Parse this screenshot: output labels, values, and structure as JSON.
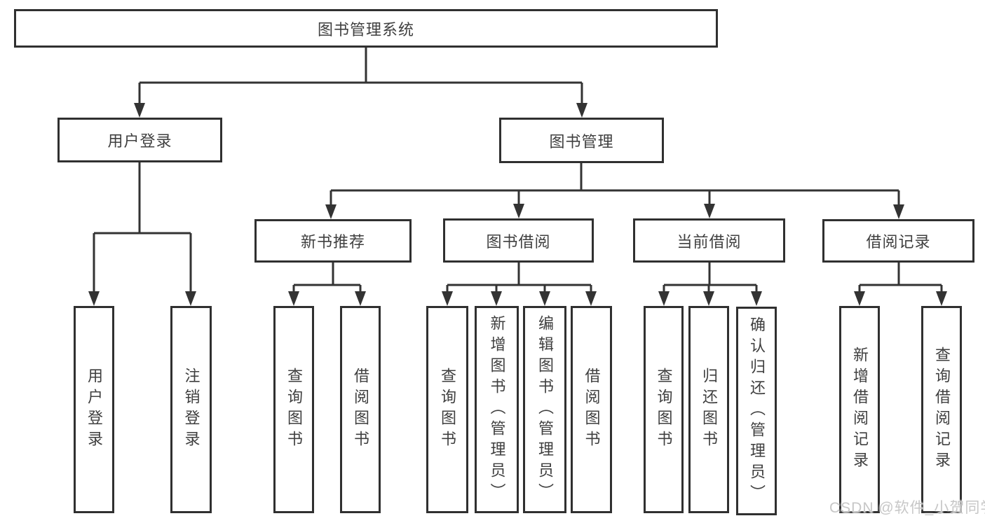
{
  "watermark": "CSDN @软件_小贺同学",
  "colors": {
    "line": "#333333",
    "box_border": "#303030",
    "text": "#3f3f3f",
    "watermark": "#c7c7c7",
    "background": "#ffffff"
  },
  "tree": {
    "root": {
      "label": "图书管理系统"
    },
    "branches": [
      {
        "label": "用户登录",
        "children": [
          {
            "label": "用户登录"
          },
          {
            "label": "注销登录"
          }
        ]
      },
      {
        "label": "图书管理",
        "groups": [
          {
            "label": "新书推荐",
            "children": [
              {
                "label": "查询图书"
              },
              {
                "label": "借阅图书"
              }
            ]
          },
          {
            "label": "图书借阅",
            "children": [
              {
                "label": "查询图书"
              },
              {
                "label": "新增图书（管理员）"
              },
              {
                "label": "编辑图书（管理员）"
              },
              {
                "label": "借阅图书"
              }
            ]
          },
          {
            "label": "当前借阅",
            "children": [
              {
                "label": "查询图书"
              },
              {
                "label": "归还图书"
              },
              {
                "label": "确认归还（管理员）"
              }
            ]
          },
          {
            "label": "借阅记录",
            "children": [
              {
                "label": "新增借阅记录"
              },
              {
                "label": "查询借阅记录"
              }
            ]
          }
        ]
      }
    ]
  }
}
